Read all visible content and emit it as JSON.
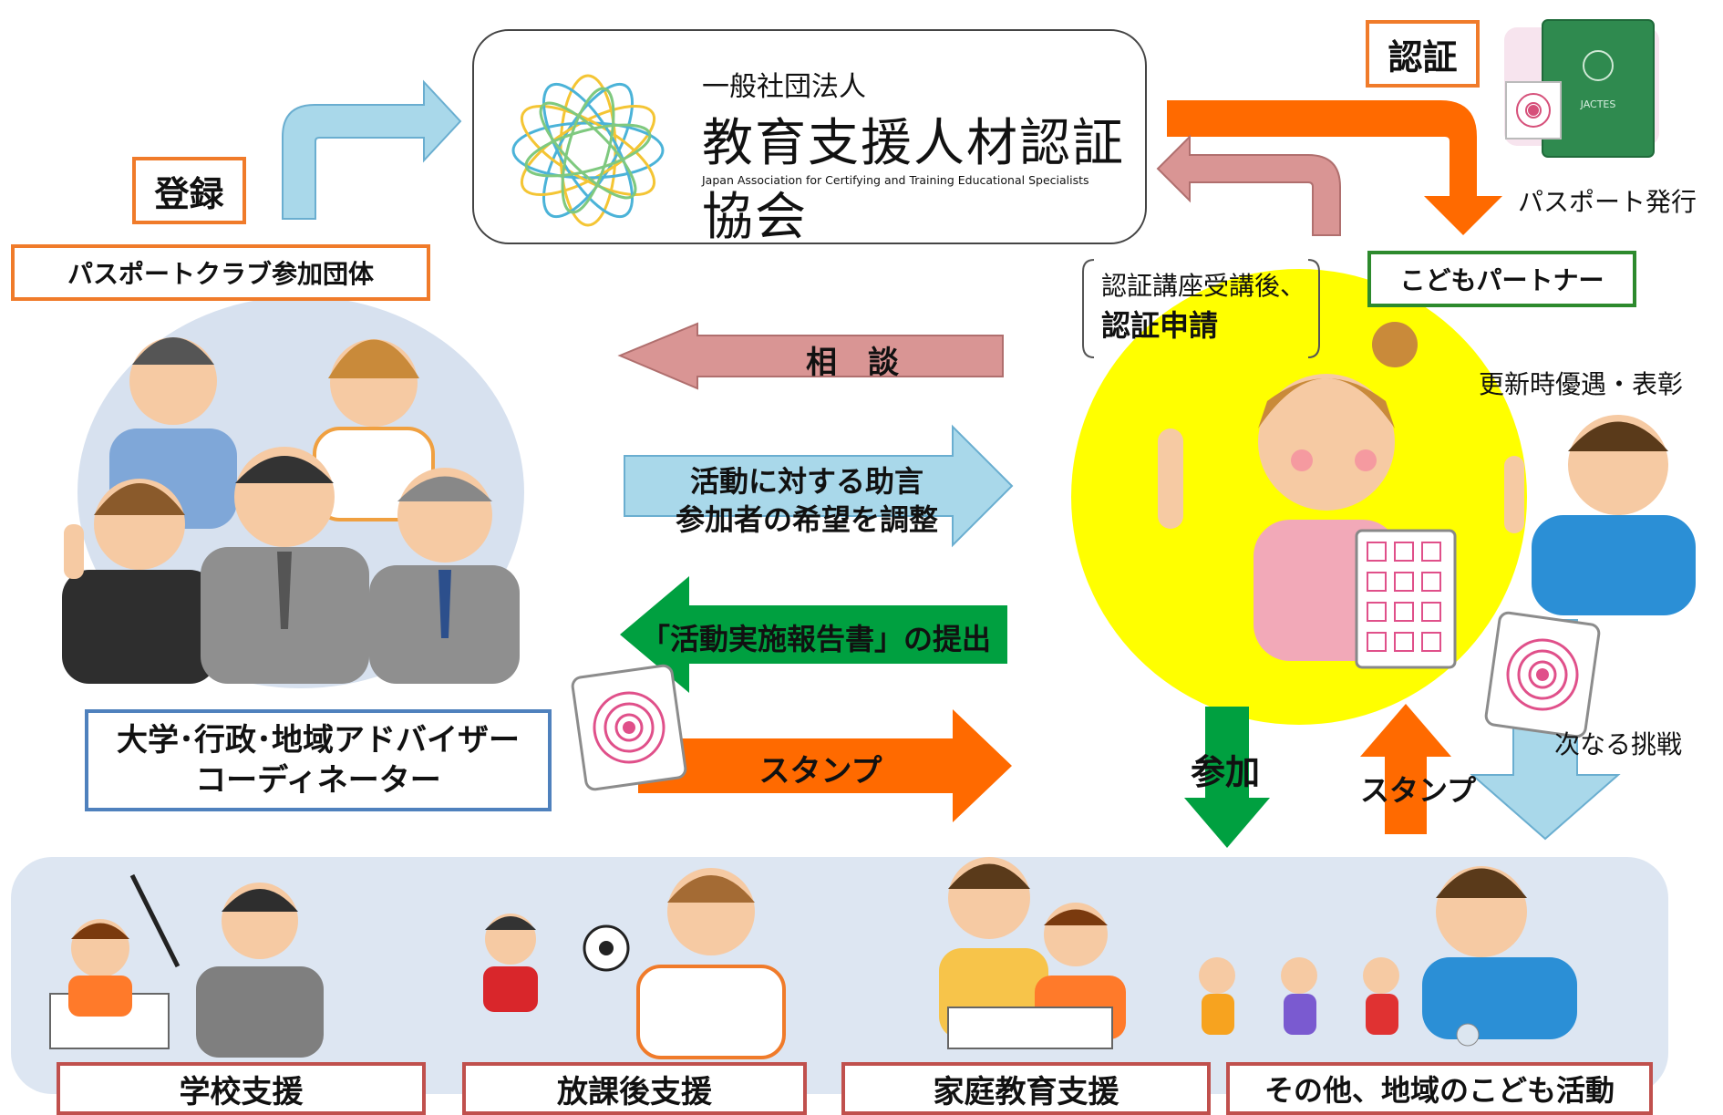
{
  "association": {
    "prefix": "一般社団法人",
    "name": "教育支援人材認証協会",
    "english": "Japan Association for Certifying and Training Educational Specialists"
  },
  "labels": {
    "registration": "登録",
    "certification": "認証",
    "passport_club": "パスポートクラブ参加団体",
    "passport_issue": "パスポート発行",
    "kodomo_partner": "こどもパートナー",
    "apply_line1": "認証講座受講後、",
    "apply_line2": "認証申請",
    "renewal": "更新時優遇・表彰",
    "next_challenge": "次なる挑戦",
    "participate": "参加",
    "stamp_vertical": "スタンプ",
    "advisors_line1": "大学･行政･地域アドバイザー",
    "advisors_line2": "コーディネーター",
    "passport_logo": "JACTES"
  },
  "arrows": {
    "consult": "相　談",
    "advice_line1": "活動に対する助言",
    "advice_line2": "参加者の希望を調整",
    "report": "「活動実施報告書」の提出",
    "stamp": "スタンプ"
  },
  "activities": [
    "学校支援",
    "放課後支援",
    "家庭教育支援",
    "その他、地域のこども活動"
  ],
  "colors": {
    "orange": "#f07b2a",
    "green": "#2d8a2d",
    "blue": "#4f81bd",
    "red": "#c0504d",
    "light_blue": "#a9d8ea",
    "pink": "#d99594",
    "yellow": "#ffff00",
    "arrow_orange": "#ff6a00",
    "arrow_green": "#00a040"
  }
}
